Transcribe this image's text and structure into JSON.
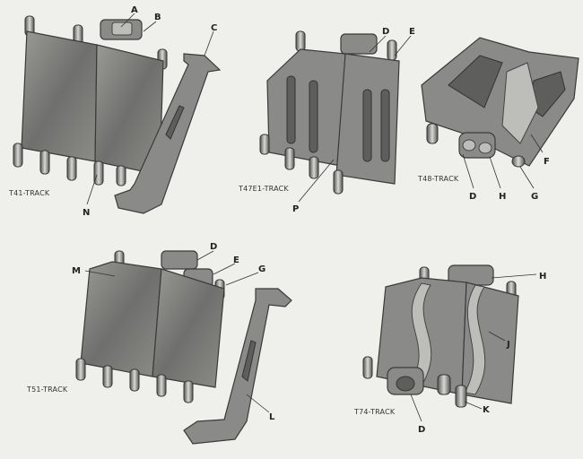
{
  "tracks": {
    "t41": {
      "caption": "T41-TRACK",
      "labels": {
        "a": "A",
        "b": "B",
        "c": "C",
        "n": "N"
      }
    },
    "t47e1": {
      "caption": "T47E1-TRACK",
      "labels": {
        "d": "D",
        "e": "E",
        "p": "P"
      }
    },
    "t48": {
      "caption": "T48-TRACK",
      "labels": {
        "f": "F",
        "d": "D",
        "h": "H",
        "g": "G"
      }
    },
    "t51": {
      "caption": "T51-TRACK",
      "labels": {
        "m": "M",
        "d": "D",
        "e": "E",
        "g": "G",
        "l": "L"
      }
    },
    "t74": {
      "caption": "T74-TRACK",
      "labels": {
        "h": "H",
        "j": "J",
        "d": "D",
        "k": "K"
      }
    }
  }
}
